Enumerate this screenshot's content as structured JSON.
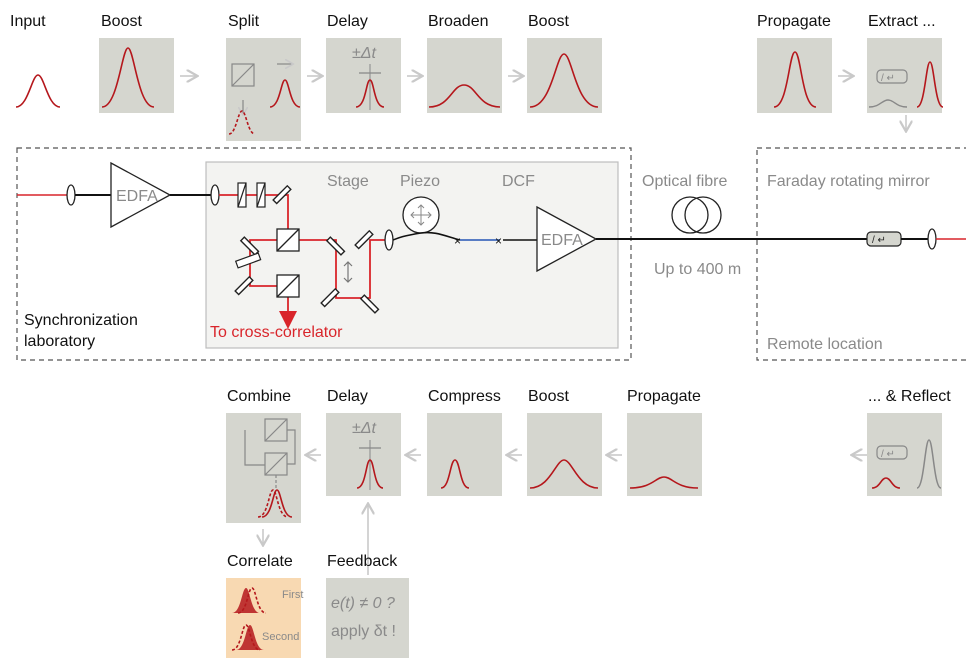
{
  "top_row": {
    "input": "Input",
    "boost1": "Boost",
    "split": "Split",
    "delay": "Delay",
    "delay_sym": "±Δt",
    "broaden": "Broaden",
    "boost2": "Boost",
    "propagate": "Propagate",
    "extract": "Extract ..."
  },
  "sync_lab": {
    "edfa1": "EDFA",
    "stage": "Stage",
    "piezo": "Piezo",
    "dcf": "DCF",
    "edfa2": "EDFA",
    "to_cc": "To cross-correlator",
    "label_line1": "Synchronization",
    "label_line2": "laboratory"
  },
  "fibre": {
    "label": "Optical fibre",
    "length": "Up to 400 m"
  },
  "remote": {
    "mirror": "Faraday rotating mirror",
    "label": "Remote location"
  },
  "bottom_row": {
    "combine": "Combine",
    "delay": "Delay",
    "delay_sym": "±Δt",
    "compress": "Compress",
    "boost": "Boost",
    "propagate": "Propagate",
    "reflect": "... & Reflect"
  },
  "correlate": {
    "title": "Correlate",
    "first": "First",
    "second": "Second"
  },
  "feedback": {
    "title": "Feedback",
    "line1": "e(t) ≠ 0 ?",
    "line2": "apply δt !"
  },
  "colors": {
    "pulse": "#b5171c",
    "beam": "#d9252b",
    "panel": "#d5d6cf",
    "correlate_panel": "#f8d9b2"
  }
}
